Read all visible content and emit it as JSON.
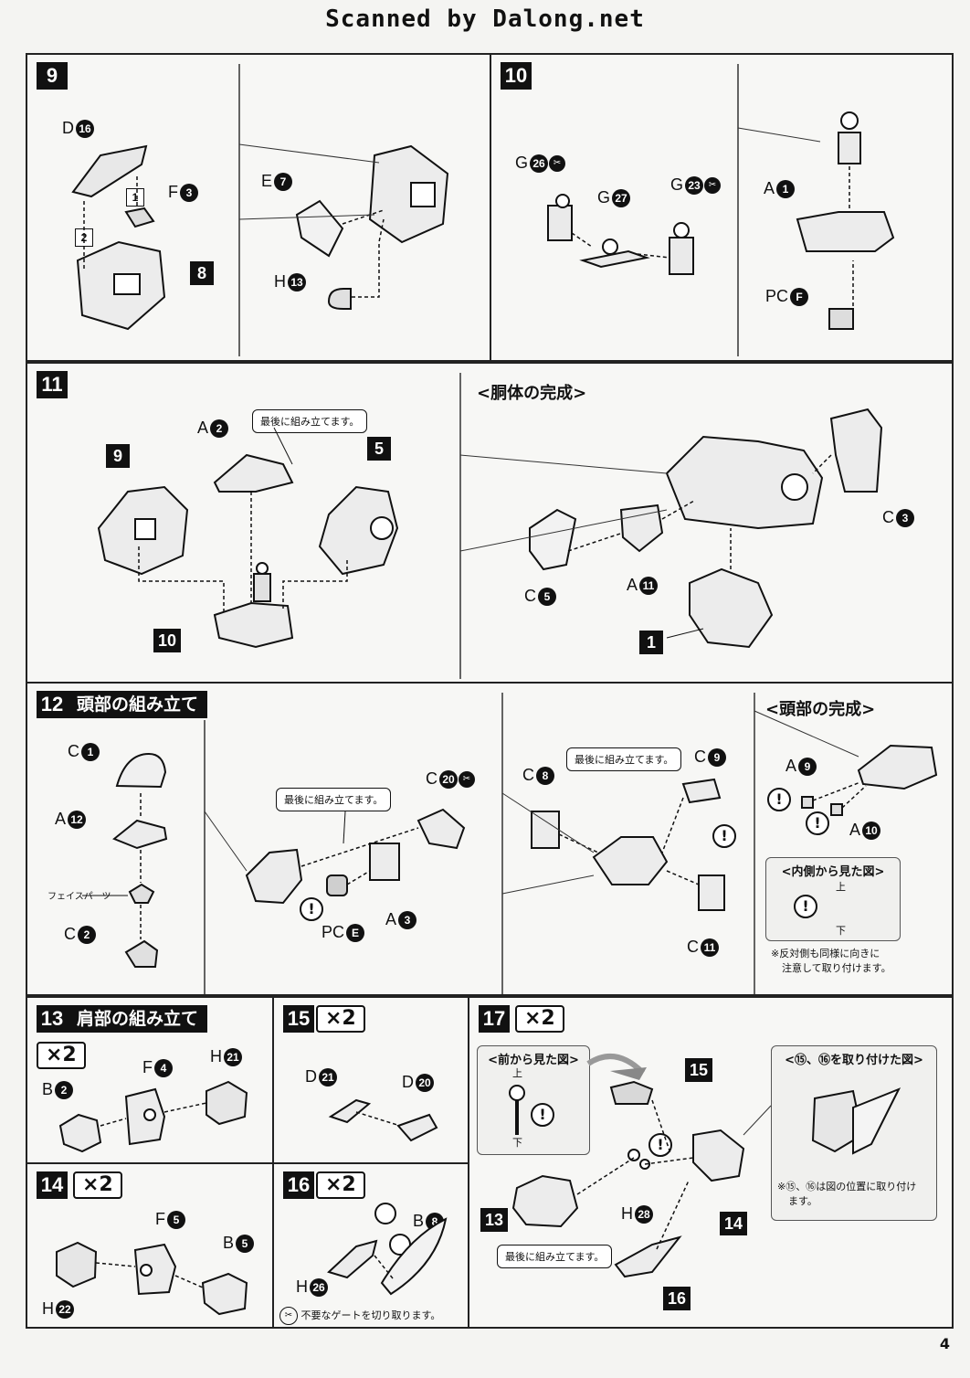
{
  "header": "Scanned by Dalong.net",
  "page_number": "4",
  "steps": {
    "s9": {
      "num": "9",
      "ref8": "8",
      "D": "D",
      "D16": "16",
      "F": "F",
      "F3": "3",
      "E": "E",
      "E7": "7",
      "H": "H",
      "H13": "13",
      "sub1": "1",
      "sub2": "2"
    },
    "s10": {
      "num": "10",
      "G": "G",
      "G26": "26",
      "G27": "27",
      "G23": "23",
      "A": "A",
      "A1": "1",
      "PC": "PC",
      "PCF": "F"
    },
    "s11": {
      "num": "11",
      "title": "<胴体の完成>",
      "callout": "最後に組み立てます。",
      "ref9": "9",
      "ref5": "5",
      "ref10": "10",
      "ref1": "1",
      "A": "A",
      "A2": "2",
      "C": "C",
      "C3": "3",
      "C5": "5",
      "A11": "11"
    },
    "s12": {
      "num": "12",
      "title": "頭部の組み立て",
      "complete_title": "<頭部の完成>",
      "callout1": "最後に組み立てます。",
      "callout2": "最後に組み立てます。",
      "face_parts": "フェイスパーツ",
      "C": "C",
      "C1": "1",
      "A": "A",
      "A12": "12",
      "C2": "2",
      "C20": "20",
      "C8": "8",
      "C9": "9",
      "C11": "11",
      "A3": "3",
      "PC": "PC",
      "PCE": "E",
      "A9": "9",
      "A10": "10",
      "inside_title": "<内側から見た図>",
      "up": "上",
      "down": "下",
      "note_line1": "※反対側も同様に向きに",
      "note_line2": "注意して取り付けます。"
    },
    "s13": {
      "num": "13",
      "title": "肩部の組み立て",
      "mult": "×2",
      "B": "B",
      "B2": "2",
      "F": "F",
      "F4": "4",
      "H": "H",
      "H21": "21"
    },
    "s14": {
      "num": "14",
      "mult": "×2",
      "F": "F",
      "F5": "5",
      "B": "B",
      "B5": "5",
      "H": "H",
      "H22": "22"
    },
    "s15": {
      "num": "15",
      "mult": "×2",
      "D": "D",
      "D21": "21",
      "D20": "20"
    },
    "s16": {
      "num": "16",
      "mult": "×2",
      "B": "B",
      "B8": "8",
      "H": "H",
      "H26": "26",
      "gate_note": "不要なゲートを切り取ります。"
    },
    "s17": {
      "num": "17",
      "mult": "×2",
      "front_title": "<前から見た図>",
      "up": "上",
      "down": "下",
      "ref15": "15",
      "ref13": "13",
      "ref14": "14",
      "ref16": "16",
      "H": "H",
      "H28": "28",
      "callout": "最後に組み立てます。",
      "attached_title": "<⑮、⑯を取り付けた図>",
      "attached_note1": "※⑮、⑯は図の位置に取り付け",
      "attached_note2": "ます。"
    }
  }
}
